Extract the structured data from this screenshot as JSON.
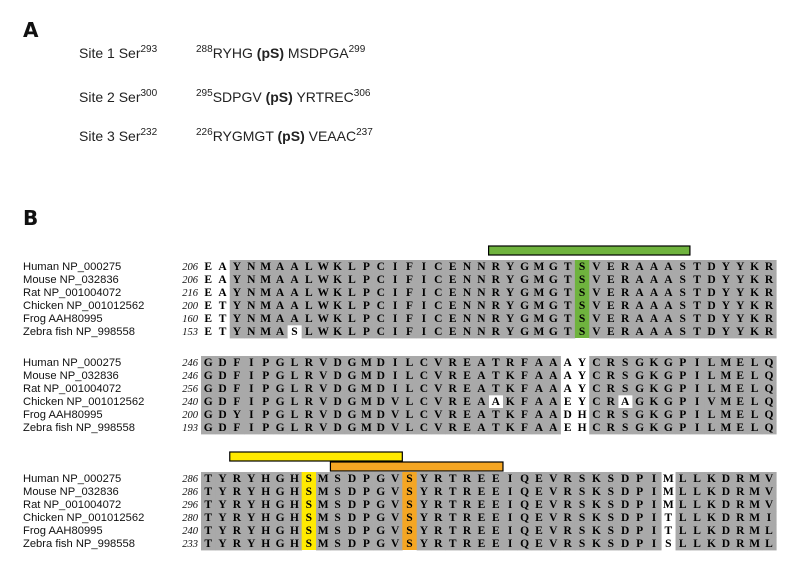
{
  "panel_a": {
    "label": "A",
    "sites": [
      {
        "name": "Site 1 Ser",
        "site_num": "293",
        "start": "288",
        "pre": "RYHG",
        "mod": "(pS)",
        "post": "MSDPGA",
        "end": "299"
      },
      {
        "name": "Site 2 Ser",
        "site_num": "300",
        "start": "295",
        "pre": "SDPGV",
        "mod": "(pS)",
        "post": "YRTREC",
        "end": "306"
      },
      {
        "name": "Site 3 Ser",
        "site_num": "232",
        "start": "226",
        "pre": "RYGMGT",
        "mod": "(pS)",
        "post": "VEAAC",
        "end": "237"
      }
    ]
  },
  "panel_b": {
    "label": "B",
    "colors": {
      "shade": "#a9a9a9",
      "green": "#6fb33e",
      "yellow": "#ffea00",
      "orange": "#f5a623"
    },
    "species": [
      "Human NP_000275",
      "Mouse NP_032836",
      "Rat NP_001004072",
      "Chicken NP_001012562",
      "Frog AAH80995",
      "Zebra fish NP_998558"
    ],
    "blocks": [
      {
        "starts": [
          "206",
          "206",
          "216",
          "200",
          "160",
          "153"
        ],
        "seqs": [
          "EAYNMAALWKLPCIFICENNRYGMGTSVERAAASTDYYKR",
          "EAYNMAALWKLPCIFICENNRYGMGTSVERAAASTDYYKR",
          "EAYNMAALWKLPCIFICENNRYGMGTSVERAAASTDYYKR",
          "ETYNMAALWKLPCIFICENNRYGMGTSVERAAASTDYYKR",
          "ETYNMAALWKLPCIFICENNRYGMGTSVERAAASTDYYKR",
          "ETYNMASLWKLPCIFICENNRYGMGTSVERAAASTDYYKR"
        ],
        "unshaded_cols": [
          0,
          1
        ],
        "white_cells": [
          [
            5,
            6
          ]
        ],
        "highlights": [
          {
            "col": 26,
            "color": "green"
          }
        ],
        "bars": [
          {
            "from": 20,
            "to": 33,
            "color": "green"
          }
        ]
      },
      {
        "starts": [
          "246",
          "246",
          "256",
          "240",
          "200",
          "193"
        ],
        "seqs": [
          "GDFIPGLRVDGMDILCVREATRFAAAYCRSGKGPILMELQ",
          "GDFIPGLRVDGMDILCVREATKFAAAYCRSGKGPILMELQ",
          "GDFIPGLRVDGMDILCVREATKFAAAYCRSGKGPILMELQ",
          "GDFIPGLRVDGMDVLCVREAAKFAAEYCRAGKGPIVMELQ",
          "GDYIPGLRVDGMDVLCVREATKFAADHCRSGKGPILMELQ",
          "GDFIPGLRVDGMDVLCVREATKFAAEHCRSGKGPILMELQ"
        ],
        "unshaded_cols": [
          25,
          26
        ],
        "white_cells": [
          [
            3,
            20
          ],
          [
            3,
            29
          ]
        ],
        "highlights": [],
        "bars": []
      },
      {
        "starts": [
          "286",
          "286",
          "296",
          "280",
          "240",
          "233"
        ],
        "seqs": [
          "TYRYHGHSMSDPGVSYRTREEIQEVRSKSDPIMLLKDRMV",
          "TYRYHGHSMSDPGVSYRTREEIQEVRSKSDPIMLLKDRMV",
          "TYRYHGHSMSDPGVSYRTREEIQEVRSKSDPIMLLKDRMV",
          "TYRYHGHSMSDPGVSYRTREEIQEVRSKSDPITLLKDRMI",
          "TYRYHGHSMSDPGVSYRTREEIQEVRSKSDPITLLKDRML",
          "TYRYHGHSMSDPGVSYRTREEIQEVRSKSDPISLLKDRML"
        ],
        "unshaded_cols": [
          32
        ],
        "white_cells": [],
        "highlights": [
          {
            "col": 7,
            "color": "yellow"
          },
          {
            "col": 14,
            "color": "orange"
          }
        ],
        "bars": [
          {
            "from": 2,
            "to": 13,
            "color": "yellow"
          },
          {
            "from": 9,
            "to": 20,
            "color": "orange"
          }
        ]
      }
    ]
  }
}
